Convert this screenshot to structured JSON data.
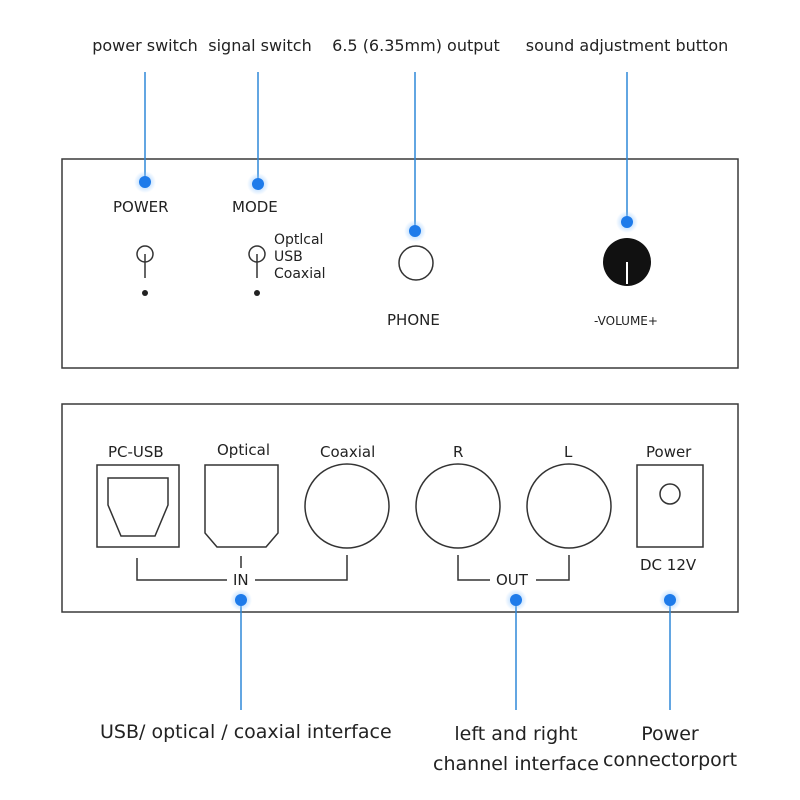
{
  "colors": {
    "leader": "#2f88d8",
    "dot": "#1e7bea",
    "dot_glow": "#8cc4ff",
    "panel_border": "#3a3a3a",
    "text": "#222222"
  },
  "top_labels": {
    "power_switch": "power switch",
    "signal_switch": "signal switch",
    "phone_output": "6.5 (6.35mm) output",
    "sound_adjustment": "sound adjustment button"
  },
  "front_panel": {
    "power": "POWER",
    "mode": "MODE",
    "mode_options": [
      "Optlcal",
      "USB",
      "Coaxial"
    ],
    "phone": "PHONE",
    "volume": "-VOLUME+"
  },
  "rear_panel": {
    "pc_usb": "PC-USB",
    "optical": "Optical",
    "coaxial": "Coaxial",
    "right": "R",
    "left": "L",
    "power": "Power",
    "in_group": "IN",
    "out_group": "OUT",
    "dc": "DC 12V"
  },
  "bottom_labels": {
    "inputs": "USB/ optical / coaxial interface",
    "outputs_line1": "left and right",
    "outputs_line2": "channel interface",
    "power_line1": "Power",
    "power_line2": "connectorport"
  }
}
